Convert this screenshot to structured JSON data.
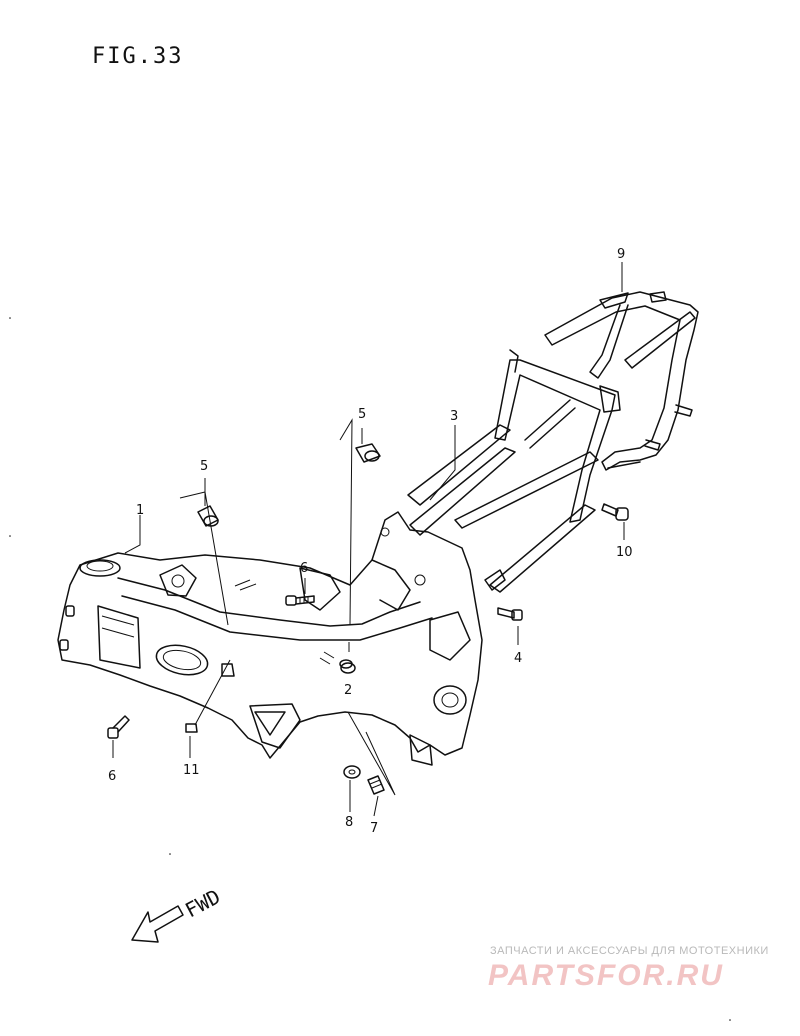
{
  "figure": {
    "title": "FIG.33"
  },
  "callouts": [
    {
      "id": "c1",
      "label": "1"
    },
    {
      "id": "c2",
      "label": "2"
    },
    {
      "id": "c3",
      "label": "3"
    },
    {
      "id": "c4",
      "label": "4"
    },
    {
      "id": "c5a",
      "label": "5"
    },
    {
      "id": "c5b",
      "label": "5"
    },
    {
      "id": "c6a",
      "label": "6"
    },
    {
      "id": "c6b",
      "label": "6"
    },
    {
      "id": "c7",
      "label": "7"
    },
    {
      "id": "c8",
      "label": "8"
    },
    {
      "id": "c9",
      "label": "9"
    },
    {
      "id": "c10",
      "label": "10"
    },
    {
      "id": "c11",
      "label": "11"
    }
  ],
  "direction": {
    "label": "FWD"
  },
  "watermark": {
    "tagline": "ЗАПЧАСТИ И АКСЕССУАРЫ ДЛЯ МОТОТЕХНИКИ",
    "logo": "PARTSFOR.RU"
  }
}
